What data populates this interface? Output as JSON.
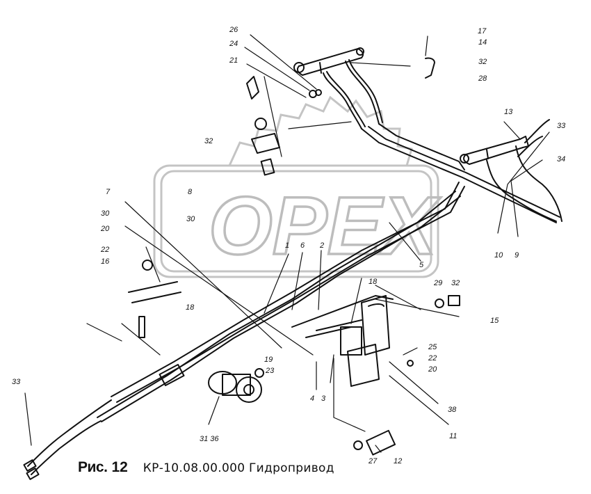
{
  "figure": {
    "label": "Рис.",
    "number": "12",
    "title": "КР-10.08.00.000 Гидропривод"
  },
  "watermark": {
    "text": "OPEX"
  },
  "callouts": [
    "26",
    "24",
    "21",
    "32",
    "17",
    "14",
    "32",
    "28",
    "13",
    "33",
    "34",
    "7",
    "30",
    "8",
    "30",
    "20",
    "22",
    "16",
    "18",
    "1",
    "6",
    "2",
    "5",
    "10",
    "9",
    "18",
    "29",
    "32",
    "15",
    "19",
    "23",
    "4",
    "3",
    "38",
    "25",
    "22",
    "20",
    "33",
    "31 36",
    "11",
    "27",
    "12"
  ],
  "colors": {
    "ink": "#111111",
    "watermark": "#bdbdbd",
    "background": "#ffffff"
  }
}
